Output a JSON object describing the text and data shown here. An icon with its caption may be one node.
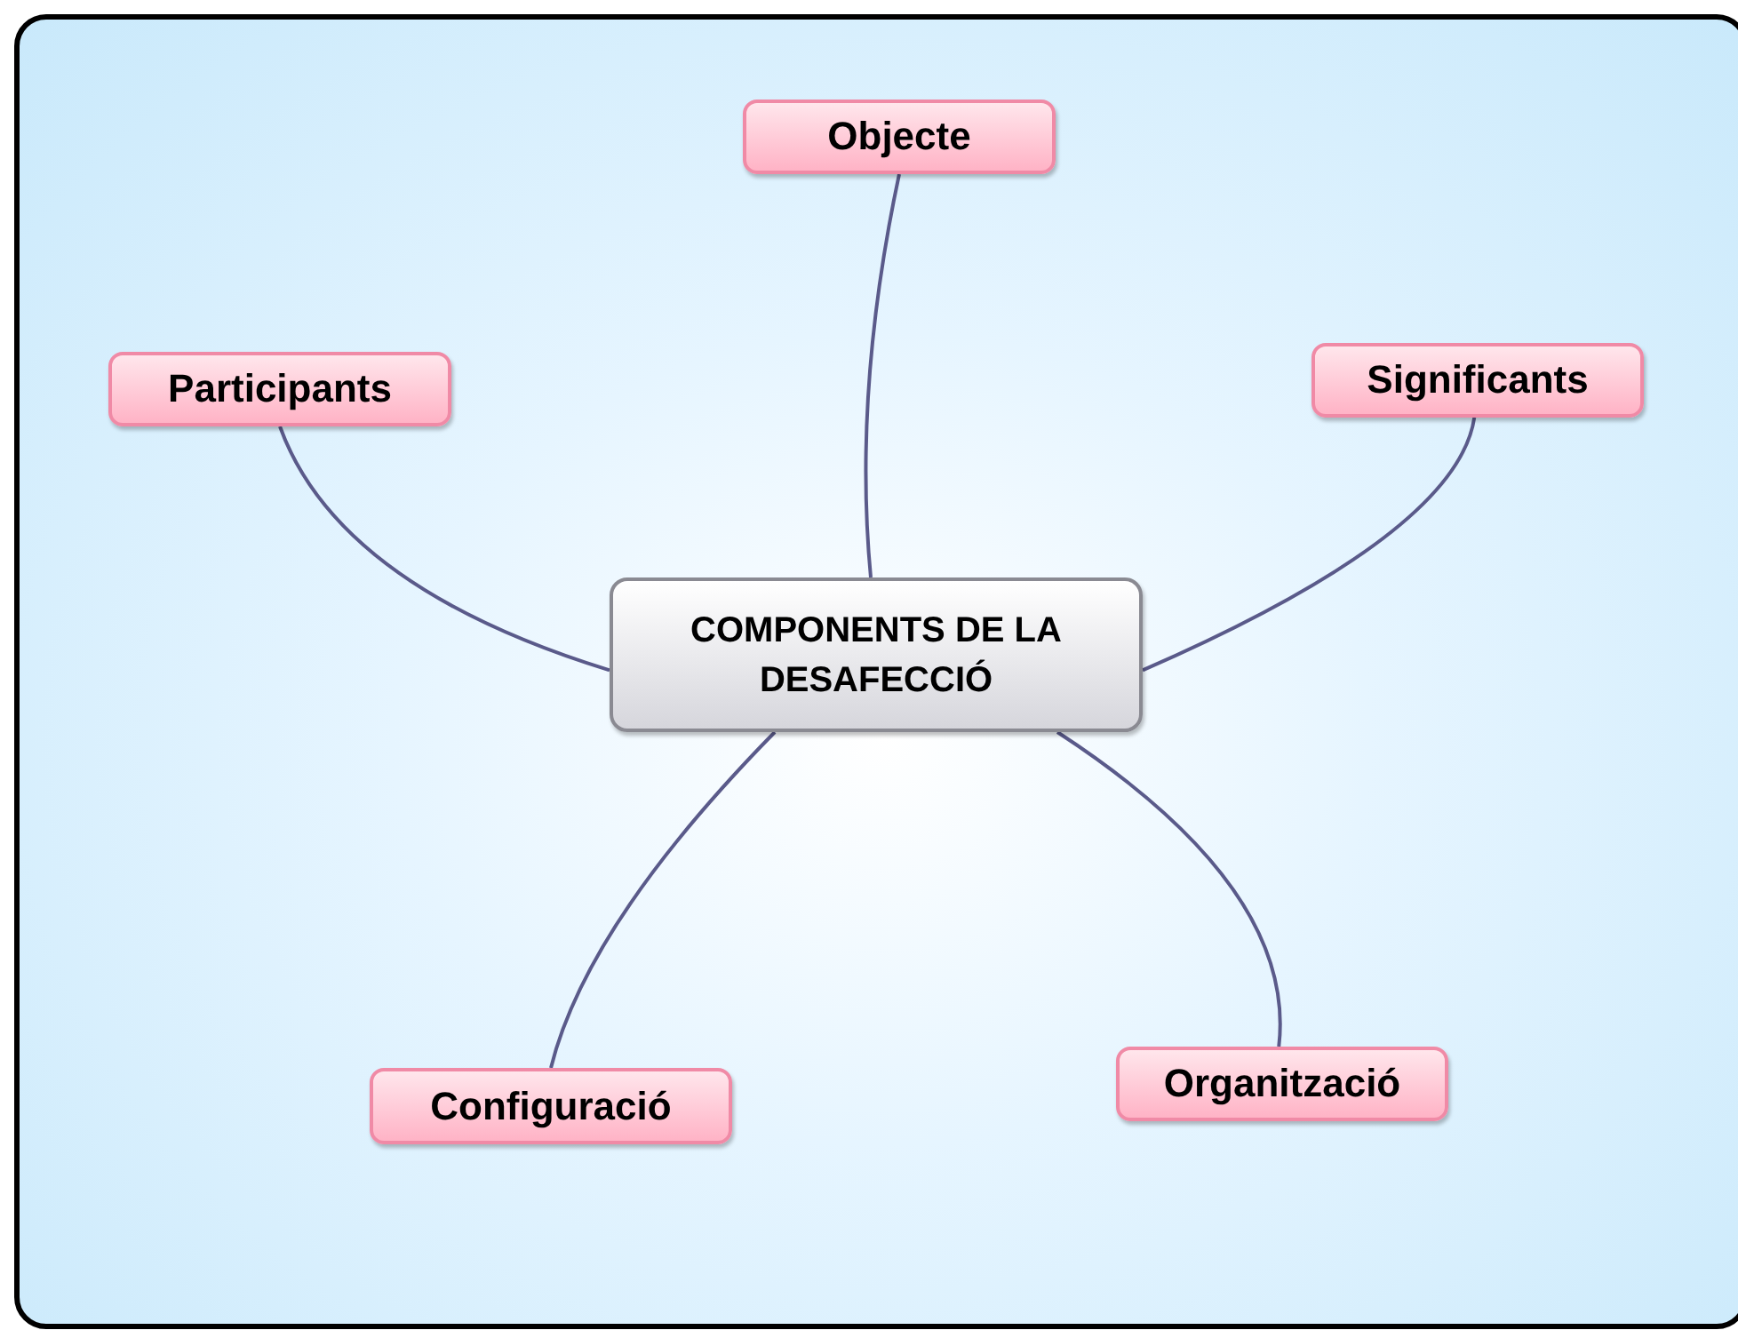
{
  "diagram": {
    "nodes": [
      {
        "text": [
          "Objecte"
        ]
      },
      {
        "text": [
          "Participants"
        ]
      },
      {
        "text": [
          "Significants"
        ]
      },
      {
        "text": [
          "COMPONENTS DE LA DESAFECCIÓ"
        ]
      },
      {
        "text": [
          "Configuració"
        ]
      },
      {
        "text": [
          "Organització"
        ]
      }
    ],
    "edges": [
      {
        "from": 3,
        "to": 0,
        "arrow": "none"
      },
      {
        "from": 3,
        "to": 1,
        "arrow": "none"
      },
      {
        "from": 3,
        "to": 2,
        "arrow": "none"
      },
      {
        "from": 3,
        "to": 4,
        "arrow": "none"
      },
      {
        "from": 3,
        "to": 5,
        "arrow": "none"
      }
    ]
  }
}
